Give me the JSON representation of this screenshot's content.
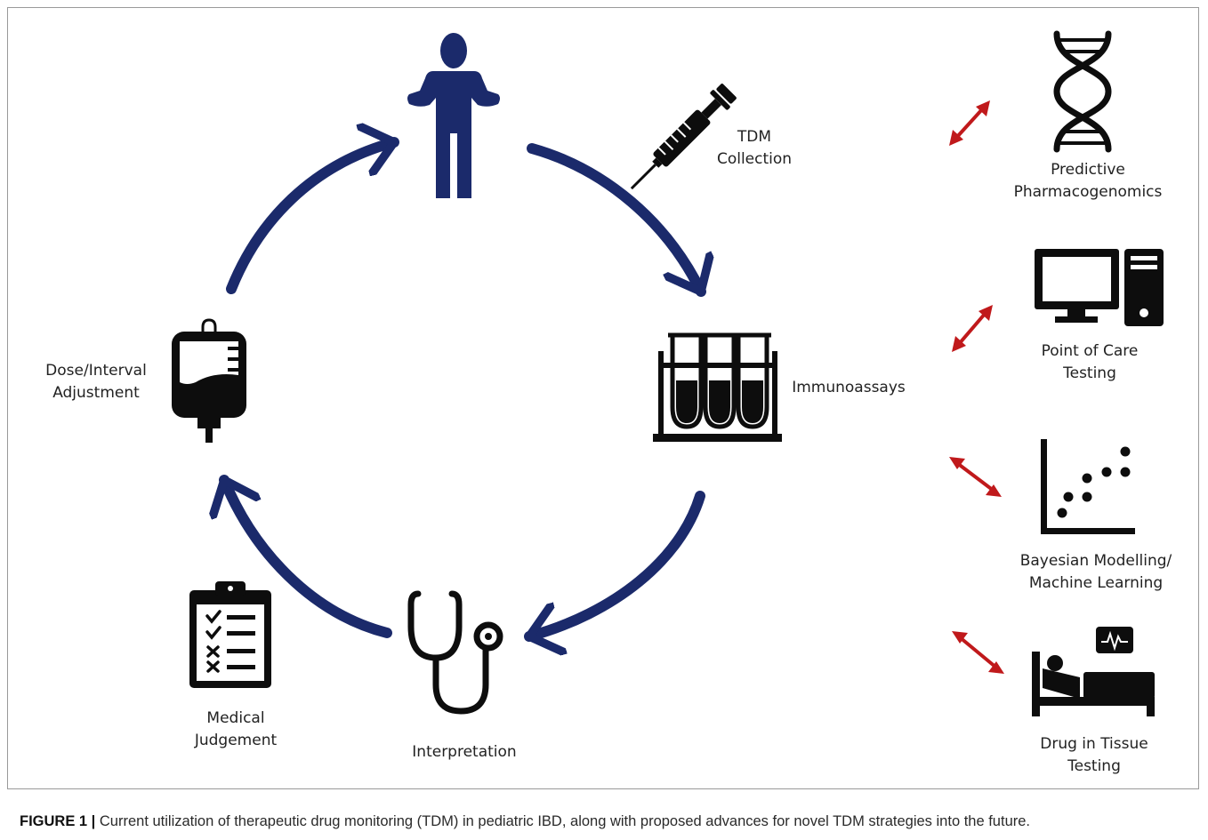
{
  "cycle": {
    "tdm_collection": [
      "TDM",
      "Collection"
    ],
    "immunoassays": "Immunoassays",
    "interpretation": "Interpretation",
    "medical_judgement": [
      "Medical",
      "Judgement"
    ],
    "dose_adjustment": [
      "Dose/Interval",
      "Adjustment"
    ]
  },
  "advances": {
    "pharmacogenomics": [
      "Predictive",
      "Pharmacogenomics"
    ],
    "point_of_care": [
      "Point of Care",
      "Testing"
    ],
    "bayesian": [
      "Bayesian Modelling/",
      "Machine Learning"
    ],
    "drug_in_tissue": [
      "Drug in Tissue",
      "Testing"
    ]
  },
  "icons": {
    "patient": "person-icon",
    "tdm": "syringe-icon",
    "immunoassays": "test-tubes-icon",
    "interpretation": "stethoscope-icon",
    "judgement": "clipboard-checklist-icon",
    "dose": "iv-bag-icon",
    "pharmacogenomics": "dna-icon",
    "point_of_care": "computer-icon",
    "bayesian": "scatter-plot-icon",
    "drug_in_tissue": "hospital-bed-icon"
  },
  "colors": {
    "cycle_arrow": "#1b2a6b",
    "advance_arrow": "#c0191b",
    "icon": "#0d0d0d"
  },
  "caption": {
    "label": "FIGURE 1 |",
    "text": " Current utilization of therapeutic drug monitoring (TDM) in pediatric IBD, along with proposed advances for novel TDM strategies into the future."
  }
}
